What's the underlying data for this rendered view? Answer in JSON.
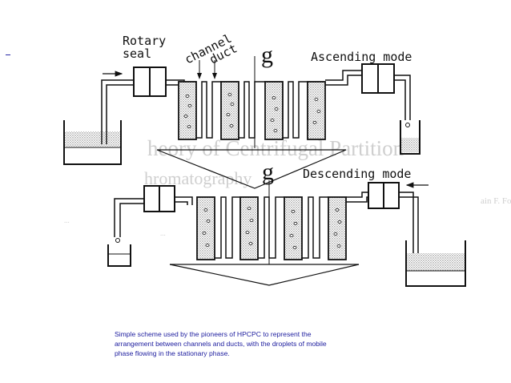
{
  "labels": {
    "rotary": "Rotary",
    "seal": "seal",
    "channel": "channel",
    "duct": "duct",
    "gravity": "g",
    "ascending": "Ascending mode",
    "descending": "Descending mode"
  },
  "caption": {
    "line1": "Simple scheme used by the pioneers of HPCPC to represent the",
    "line2": "arrangement between channels and ducts, with the droplets of mobile",
    "line3": "phase flowing in the stationary phase."
  },
  "ghost": {
    "line1": "heory of Centrifugal Partition",
    "line2": "hromatography",
    "line3": "ain F. Foucault",
    "line4": "...",
    "line5": "..."
  }
}
